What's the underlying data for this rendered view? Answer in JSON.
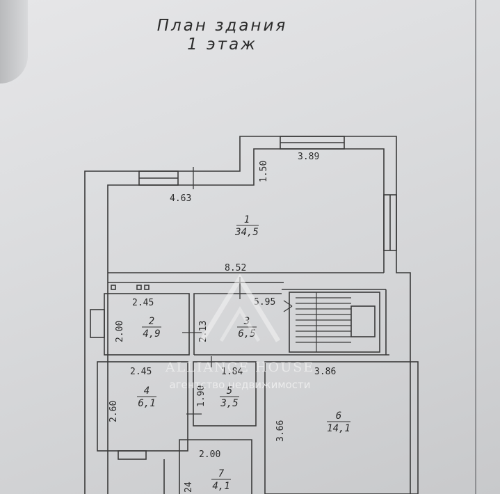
{
  "title": {
    "line1": "План здания",
    "line2": "1 этаж"
  },
  "dimensions": {
    "d_463": "4.63",
    "d_150": "1.50",
    "d_389": "3.89",
    "d_852": "8.52",
    "d_245a": "2.45",
    "d_200a": "2.00",
    "d_213": "2.13",
    "d_595": "5.95",
    "d_245b": "2.45",
    "d_184": "1.84",
    "d_386": "3.86",
    "d_260": "2.60",
    "d_190": "1.90",
    "d_366": "3.66",
    "d_200b": "2.00",
    "d_24": "24"
  },
  "rooms": [
    {
      "number": "1",
      "area": "34,5"
    },
    {
      "number": "2",
      "area": "4,9"
    },
    {
      "number": "3",
      "area": "6,5"
    },
    {
      "number": "4",
      "area": "6,1"
    },
    {
      "number": "5",
      "area": "3,5"
    },
    {
      "number": "6",
      "area": "14,1"
    },
    {
      "number": "7",
      "area": "4,1"
    }
  ],
  "watermark": {
    "brand": "ALLIANCE HOUSE",
    "tagline": "агентство недвижимости"
  }
}
